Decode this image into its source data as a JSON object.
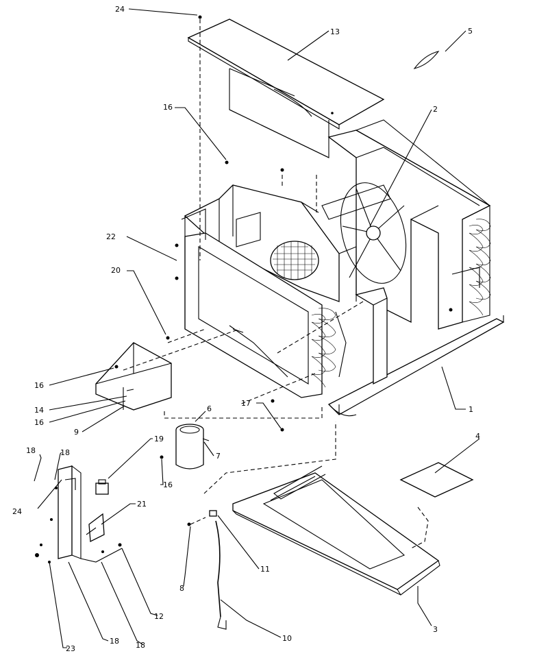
{
  "callouts": [
    {
      "id": "c1",
      "label": "1"
    },
    {
      "id": "c2",
      "label": "2"
    },
    {
      "id": "c3",
      "label": "3"
    },
    {
      "id": "c4",
      "label": "4"
    },
    {
      "id": "c5",
      "label": "5"
    },
    {
      "id": "c6",
      "label": "6"
    },
    {
      "id": "c7",
      "label": "7"
    },
    {
      "id": "c8",
      "label": "8"
    },
    {
      "id": "c9",
      "label": "9"
    },
    {
      "id": "c10",
      "label": "10"
    },
    {
      "id": "c11",
      "label": "11"
    },
    {
      "id": "c12",
      "label": "12"
    },
    {
      "id": "c13",
      "label": "13"
    },
    {
      "id": "c14",
      "label": "14"
    },
    {
      "id": "c16a",
      "label": "16"
    },
    {
      "id": "c16b",
      "label": "16"
    },
    {
      "id": "c16c",
      "label": "16"
    },
    {
      "id": "c16d",
      "label": "16"
    },
    {
      "id": "c17",
      "label": "17"
    },
    {
      "id": "c18a",
      "label": "18"
    },
    {
      "id": "c18b",
      "label": "18"
    },
    {
      "id": "c18c",
      "label": "18"
    },
    {
      "id": "c18d",
      "label": "18"
    },
    {
      "id": "c19",
      "label": "19"
    },
    {
      "id": "c20",
      "label": "20"
    },
    {
      "id": "c21",
      "label": "21"
    },
    {
      "id": "c22",
      "label": "22"
    },
    {
      "id": "c23",
      "label": "23"
    },
    {
      "id": "c24a",
      "label": "24"
    },
    {
      "id": "c24b",
      "label": "24"
    }
  ]
}
